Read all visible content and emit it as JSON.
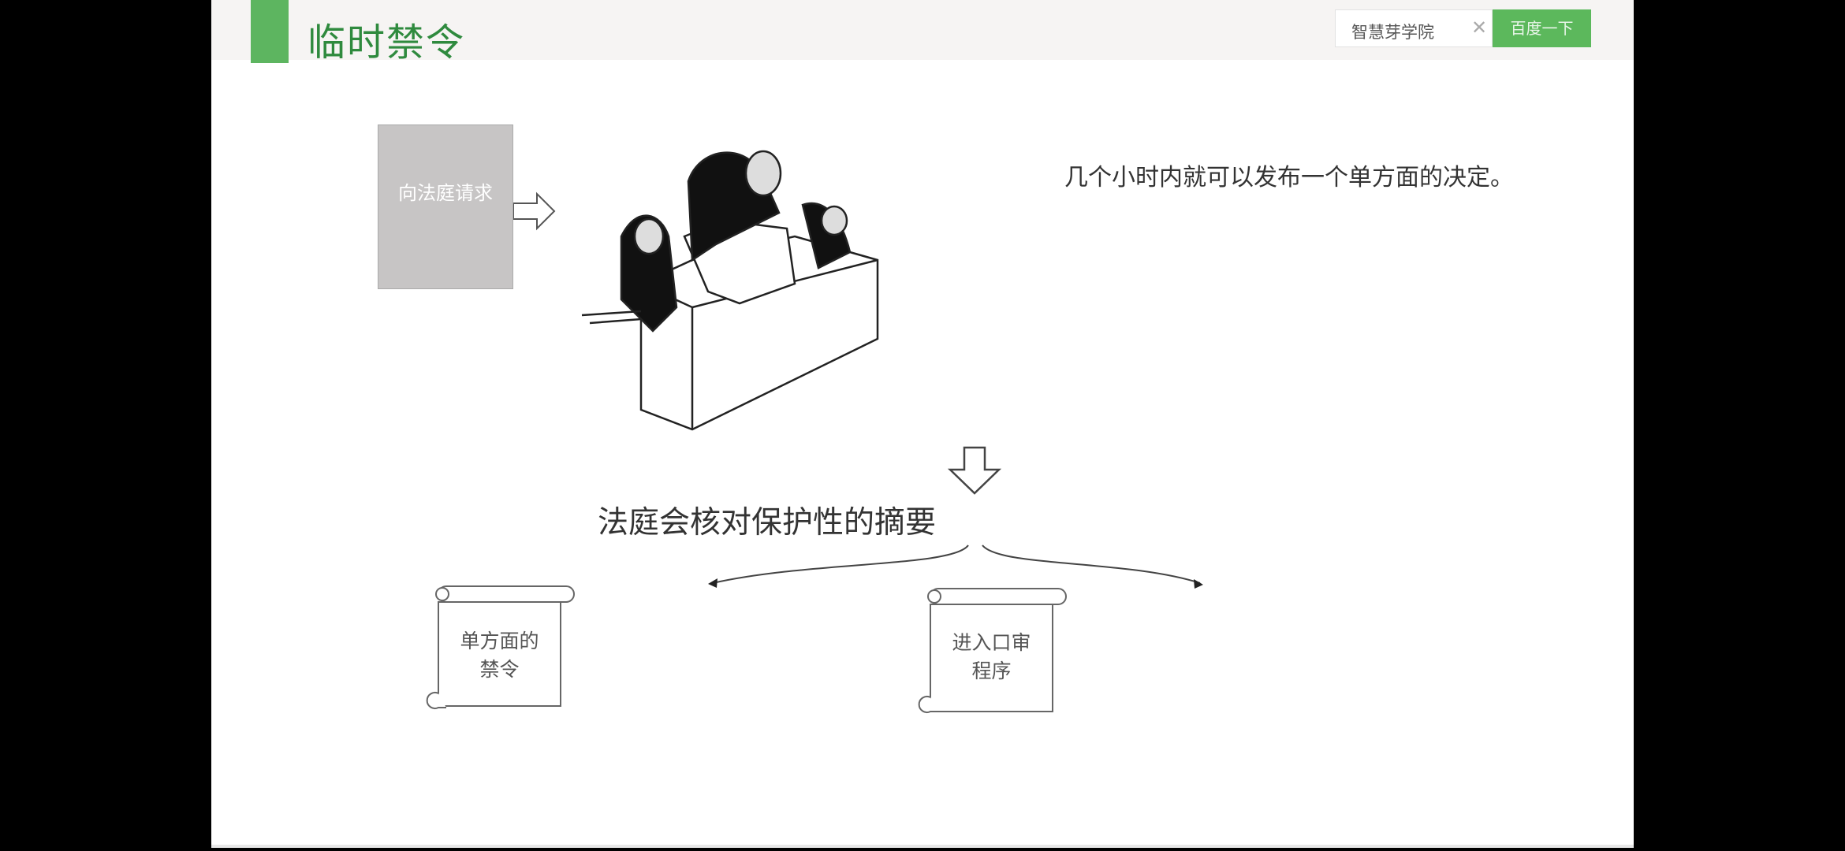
{
  "header": {
    "title": "临时禁令",
    "search_value": "智慧芽学院",
    "search_button": "百度一下"
  },
  "diagram": {
    "request_doc": "向法庭请求",
    "description": "几个小时内就可以发布一个单方面的决定。",
    "court_review": "法庭会核对保护性的摘要",
    "outcomes": [
      {
        "line1": "单方面的",
        "line2": "禁令"
      },
      {
        "line1": "进入口审",
        "line2": "程序"
      }
    ]
  },
  "colors": {
    "accent": "#5db560",
    "title": "#2f8a3e"
  }
}
